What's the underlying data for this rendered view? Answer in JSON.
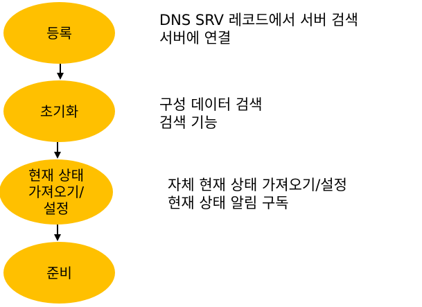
{
  "colors": {
    "stage_fill": "#ffc000",
    "arrow": "#000000",
    "text": "#000000"
  },
  "stages": [
    {
      "label": "등록"
    },
    {
      "label": "초기화"
    },
    {
      "label": "현재 상태\n가져오기/\n설정"
    },
    {
      "label": "준비"
    }
  ],
  "descriptions": [
    {
      "lines": [
        "DNS SRV 레코드에서 서버 검색",
        "서버에 연결"
      ]
    },
    {
      "lines": [
        "구성 데이터 검색",
        "검색 기능"
      ]
    },
    {
      "lines": [
        "자체 현재 상태 가져오기/설정",
        "현재 상태 알림 구독"
      ]
    }
  ]
}
